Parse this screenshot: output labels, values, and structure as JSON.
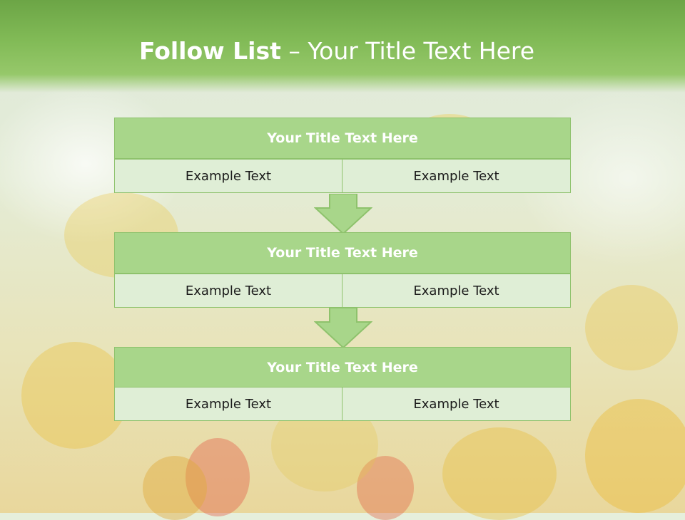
{
  "header": {
    "title_bold": "Follow List",
    "title_rest": " – Your Title Text Here"
  },
  "steps": [
    {
      "title": "Your Title Text Here",
      "cells": [
        "Example Text",
        "Example Text"
      ]
    },
    {
      "title": "Your Title Text Here",
      "cells": [
        "Example Text",
        "Example Text"
      ]
    },
    {
      "title": "Your Title Text Here",
      "cells": [
        "Example Text",
        "Example Text"
      ]
    }
  ],
  "colors": {
    "header_green": "#7ab450",
    "title_fill": "#a8d68a",
    "cell_fill": "#dfeed6",
    "border": "#8ec26c"
  }
}
